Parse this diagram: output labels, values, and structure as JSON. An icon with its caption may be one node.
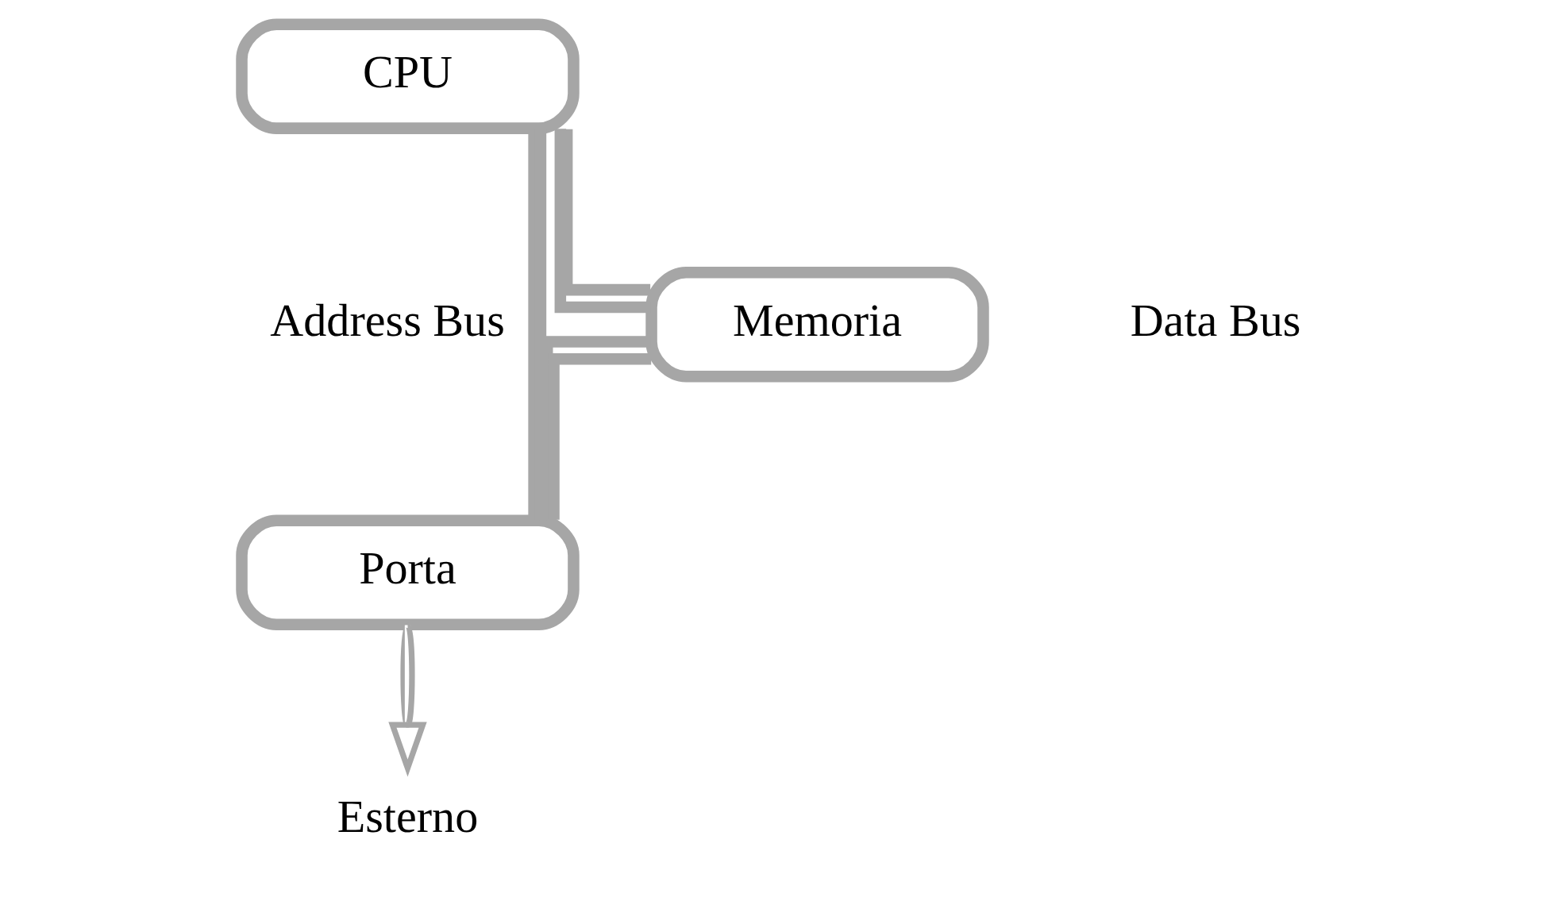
{
  "diagram": {
    "nodes": [
      {
        "text": [
          "CPU"
        ]
      },
      {
        "text": [
          "Memoria"
        ]
      },
      {
        "text": [
          "Porta"
        ]
      },
      {
        "text": [
          "Esterno"
        ]
      }
    ],
    "edges": [
      {
        "from": 0,
        "to": 2,
        "arrow": "none"
      },
      {
        "from": 0,
        "to": 1,
        "arrow": "none"
      },
      {
        "from": 1,
        "to": 2,
        "arrow": "none"
      },
      {
        "from": 0,
        "to": 1,
        "arrow": "none"
      },
      {
        "from": 1,
        "to": 2,
        "arrow": "none"
      },
      {
        "from": 0,
        "to": 2,
        "arrow": "none"
      },
      {
        "from": 2,
        "to": 3,
        "arrow": "to"
      }
    ],
    "labels": [
      "Address Bus",
      "Data Bus"
    ]
  }
}
